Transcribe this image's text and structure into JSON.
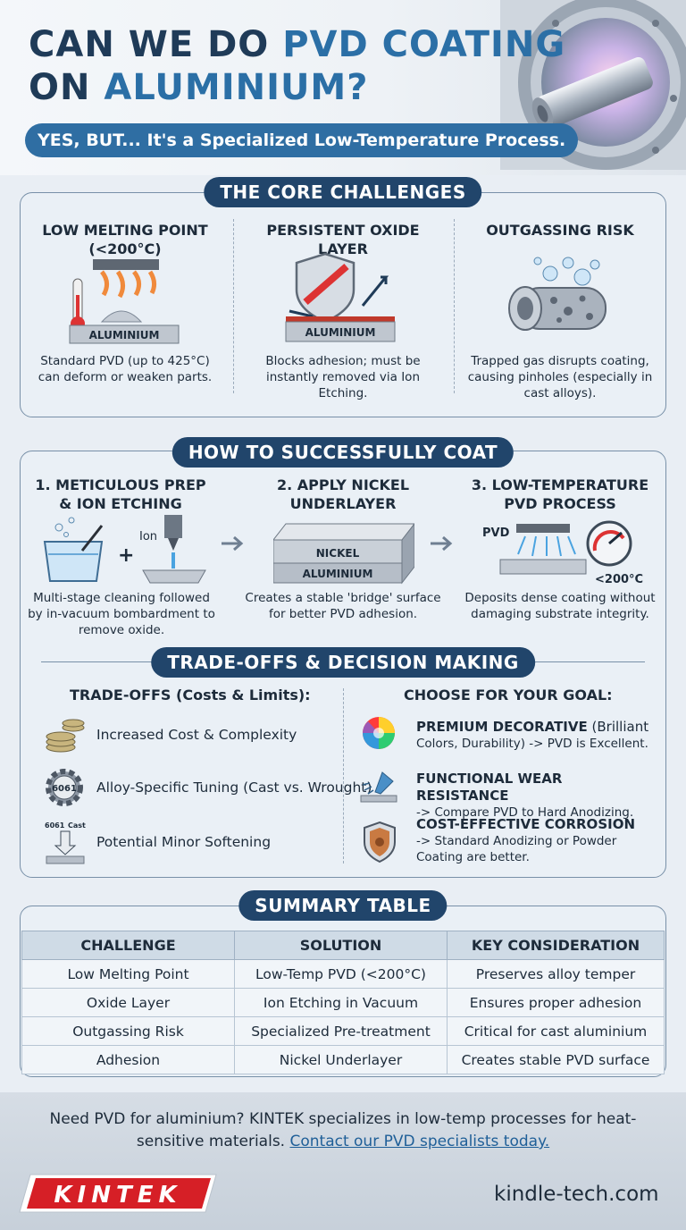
{
  "header": {
    "title_line1_a": "CAN WE DO ",
    "title_line1_b": "PVD COATING",
    "title_line2_a": "ON ",
    "title_line2_b": "ALUMINIUM?",
    "subtitle": "YES, BUT... It's a Specialized Low-Temperature Process."
  },
  "challenges": {
    "heading": "THE CORE CHALLENGES",
    "items": [
      {
        "title": "LOW MELTING POINT (<200°C)",
        "label": "ALUMINIUM",
        "desc": "Standard PVD (up to 425°C) can deform or weaken parts."
      },
      {
        "title": "PERSISTENT OXIDE LAYER",
        "label": "ALUMINIUM",
        "desc": "Blocks adhesion; must be instantly removed via Ion Etching."
      },
      {
        "title": "OUTGASSING RISK",
        "desc": "Trapped gas disrupts coating, causing pinholes (especially in cast alloys)."
      }
    ]
  },
  "howto": {
    "heading": "HOW TO SUCCESSFULLY COAT",
    "steps": [
      {
        "title": "1. METICULOUS PREP & ION ETCHING",
        "icon_label": "Ion",
        "desc": "Multi-stage cleaning followed by in-vacuum bombardment to remove oxide."
      },
      {
        "title": "2. APPLY NICKEL UNDERLAYER",
        "label_top": "NICKEL",
        "label_bottom": "ALUMINIUM",
        "desc": "Creates a stable 'bridge' surface for better PVD adhesion."
      },
      {
        "title": "3. LOW-TEMPERATURE PVD PROCESS",
        "icon_label": "PVD",
        "gauge_label": "<200°C",
        "desc": "Deposits dense coating without damaging substrate integrity."
      }
    ]
  },
  "tradeoffs": {
    "heading": "TRADE-OFFS & DECISION MAKING",
    "left_heading": "TRADE-OFFS (Costs & Limits):",
    "left_items": [
      {
        "text": "Increased Cost & Complexity",
        "icon": "coins-icon"
      },
      {
        "text": "Alloy-Specific Tuning (Cast vs. Wrought)",
        "icon": "gear-icon",
        "icon_label": "6061"
      },
      {
        "text": "Potential Minor Softening",
        "icon": "softening-icon",
        "icon_label_a": "6061",
        "icon_label_b": "Cast"
      }
    ],
    "right_heading": "CHOOSE FOR YOUR GOAL:",
    "right_items": [
      {
        "title": "PREMIUM DECORATIVE",
        "title_rest": " (Brilliant",
        "desc": "Colors, Durability) -> PVD is Excellent.",
        "icon": "color-wheel-icon"
      },
      {
        "title": "FUNCTIONAL WEAR RESISTANCE",
        "title_rest": "",
        "desc": "-> Compare PVD to Hard Anodizing.",
        "icon": "tool-icon"
      },
      {
        "title": "COST-EFFECTIVE CORROSION",
        "title_rest": "",
        "desc": "-> Standard Anodizing or Powder Coating are better.",
        "icon": "shield-icon"
      }
    ]
  },
  "summary": {
    "heading": "SUMMARY TABLE",
    "columns": [
      "CHALLENGE",
      "SOLUTION",
      "KEY CONSIDERATION"
    ],
    "rows": [
      [
        "Low Melting Point",
        "Low-Temp PVD (<200°C)",
        "Preserves alloy temper"
      ],
      [
        "Oxide Layer",
        "Ion Etching in Vacuum",
        "Ensures proper adhesion"
      ],
      [
        "Outgassing Risk",
        "Specialized Pre-treatment",
        "Critical for cast aluminium"
      ],
      [
        "Adhesion",
        "Nickel Underlayer",
        "Creates stable PVD surface"
      ]
    ]
  },
  "footer": {
    "text": "Need PVD for aluminium? KINTEK specializes in low-temp processes for heat-sensitive materials.",
    "link": "Contact our PVD specialists today.",
    "logo": "KINTEK",
    "site": "kindle-tech.com"
  },
  "colors": {
    "navy": "#21456b",
    "accent": "#2b6fa6",
    "brand_red": "#d61f26"
  }
}
